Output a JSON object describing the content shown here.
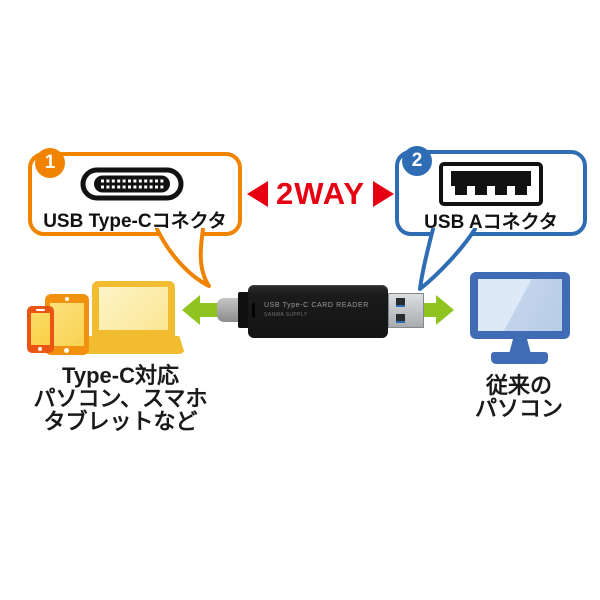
{
  "callout_typec": {
    "number": "1",
    "label": "USB Type-Cコネクタ"
  },
  "callout_usba": {
    "number": "2",
    "label": "USB Aコネクタ"
  },
  "center": {
    "label": "2WAY"
  },
  "device": {
    "line1": "USB Type-C CARD READER",
    "line2": "SANWA SUPPLY"
  },
  "left_caption": {
    "line1": "Type-C対応",
    "line2": "パソコン、スマホ",
    "line3": "タブレットなど"
  },
  "right_caption": {
    "line1": "従来の",
    "line2": "パソコン"
  },
  "icons": {
    "usb_type_c": "usb-type-c-connector-icon",
    "usb_a": "usb-a-connector-icon",
    "arrows": "green-direction-arrows",
    "devices_left": [
      "smartphone-icon",
      "tablet-icon",
      "laptop-icon"
    ],
    "device_right": "desktop-monitor-icon"
  },
  "colors": {
    "accent_orange": "#f08300",
    "accent_blue": "#2e6db4",
    "accent_red": "#e60012",
    "accent_green": "#8fc31f",
    "device_black": "#141414",
    "monitor_blue": "#3f6cb4",
    "laptop_gold": "#f1bc30",
    "phone_orange": "#ea5514"
  }
}
